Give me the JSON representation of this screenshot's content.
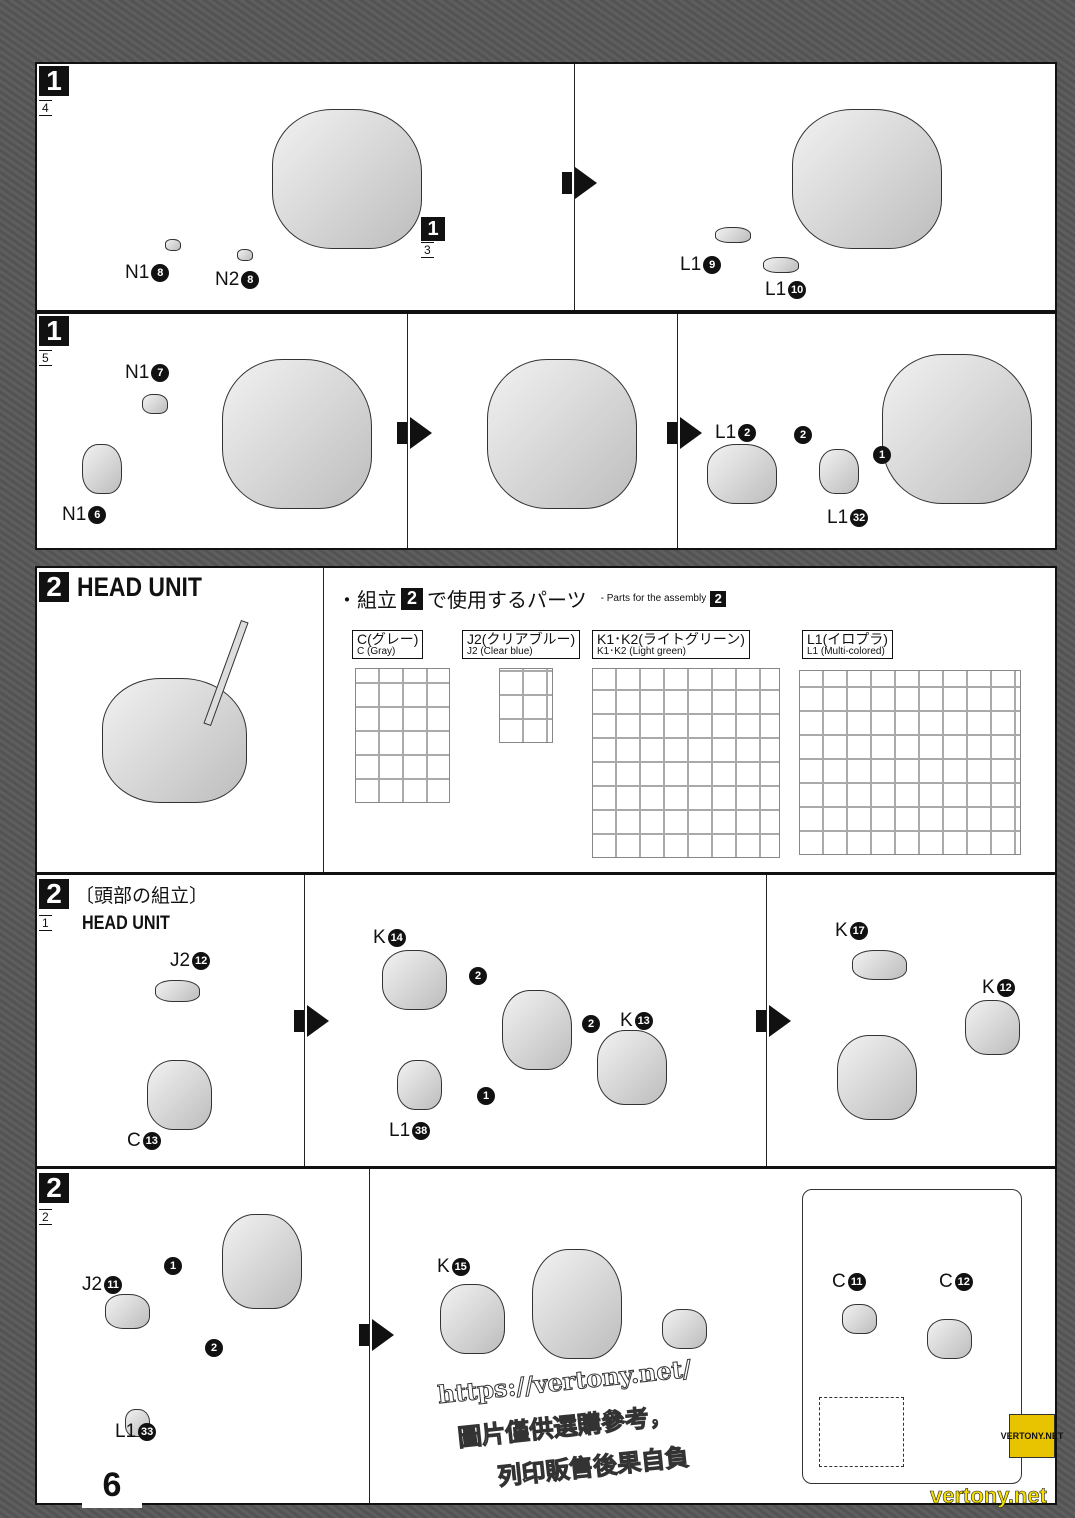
{
  "page_number": "6",
  "site": "vertony.net",
  "badge": "VERTONY.NET",
  "watermark": [
    "https://vertony.net/",
    "圖片僅供選購參考，",
    "列印販售後果自負"
  ],
  "step1a": {
    "step": "1",
    "sub": "4",
    "ref_step": "1",
    "ref_sub": "3",
    "parts": [
      {
        "p": "N1",
        "n": "8"
      },
      {
        "p": "N2",
        "n": "8"
      },
      {
        "p": "L1",
        "n": "9"
      },
      {
        "p": "L1",
        "n": "10"
      }
    ]
  },
  "step1b": {
    "step": "1",
    "sub": "5",
    "parts": [
      {
        "p": "N1",
        "n": "7"
      },
      {
        "p": "N1",
        "n": "6"
      },
      {
        "p": "L1",
        "n": "2"
      },
      {
        "p": "L1",
        "n": "32"
      }
    ],
    "order": [
      "2",
      "1"
    ]
  },
  "head": {
    "step": "2",
    "title": "HEAD UNIT",
    "parts_title_jp_pre": "・組立",
    "parts_title_jp_post": "で使用するパーツ",
    "parts_title_en": "- Parts for the assembly",
    "parts_step": "2",
    "runners": [
      {
        "jp": "C(グレー)",
        "en": "C (Gray)"
      },
      {
        "jp": "J2(クリアブルー)",
        "en": "J2 (Clear blue)"
      },
      {
        "jp": "K1･K2(ライトグリーン)",
        "en": "K1･K2 (Light green)"
      },
      {
        "jp": "L1(イロプラ)",
        "en": "L1 (Multi-colored)"
      }
    ]
  },
  "step2a": {
    "step": "2",
    "sub": "1",
    "title_jp": "〔頭部の組立〕",
    "title_en": "HEAD UNIT",
    "parts": [
      {
        "p": "J2",
        "n": "12"
      },
      {
        "p": "C",
        "n": "13"
      },
      {
        "p": "K",
        "n": "14"
      },
      {
        "p": "K",
        "n": "13"
      },
      {
        "p": "L1",
        "n": "38"
      },
      {
        "p": "K",
        "n": "17"
      },
      {
        "p": "K",
        "n": "12"
      }
    ],
    "order": [
      "2",
      "2",
      "1"
    ]
  },
  "step2b": {
    "step": "2",
    "sub": "2",
    "parts": [
      {
        "p": "J2",
        "n": "11"
      },
      {
        "p": "L1",
        "n": "33"
      },
      {
        "p": "K",
        "n": "15"
      },
      {
        "p": "C",
        "n": "11"
      },
      {
        "p": "C",
        "n": "12"
      }
    ],
    "order": [
      "1",
      "2"
    ]
  }
}
